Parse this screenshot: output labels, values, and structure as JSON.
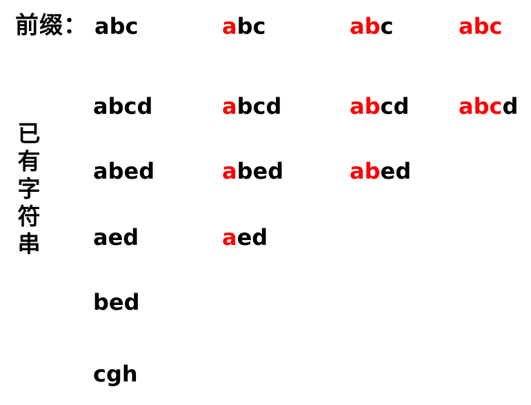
{
  "prefix_label": "前缀：",
  "side_label": [
    "已",
    "有",
    "字",
    "符",
    "串"
  ],
  "colors": {
    "text": "#000000",
    "highlight": "#ff0000"
  },
  "header": {
    "prefix": "abc",
    "steps": [
      {
        "matched": "a",
        "rest": "bc"
      },
      {
        "matched": "ab",
        "rest": "c"
      },
      {
        "matched": "abc",
        "rest": ""
      }
    ]
  },
  "strings": [
    {
      "text": "abcd",
      "steps": [
        {
          "matched": "a",
          "rest": "bcd"
        },
        {
          "matched": "ab",
          "rest": "cd"
        },
        {
          "matched": "abc",
          "rest": "d"
        }
      ]
    },
    {
      "text": "abed",
      "steps": [
        {
          "matched": "a",
          "rest": "bed"
        },
        {
          "matched": "ab",
          "rest": "ed"
        }
      ]
    },
    {
      "text": "aed",
      "steps": [
        {
          "matched": "a",
          "rest": "ed"
        }
      ]
    },
    {
      "text": "bed",
      "steps": []
    },
    {
      "text": "cgh",
      "steps": []
    }
  ]
}
